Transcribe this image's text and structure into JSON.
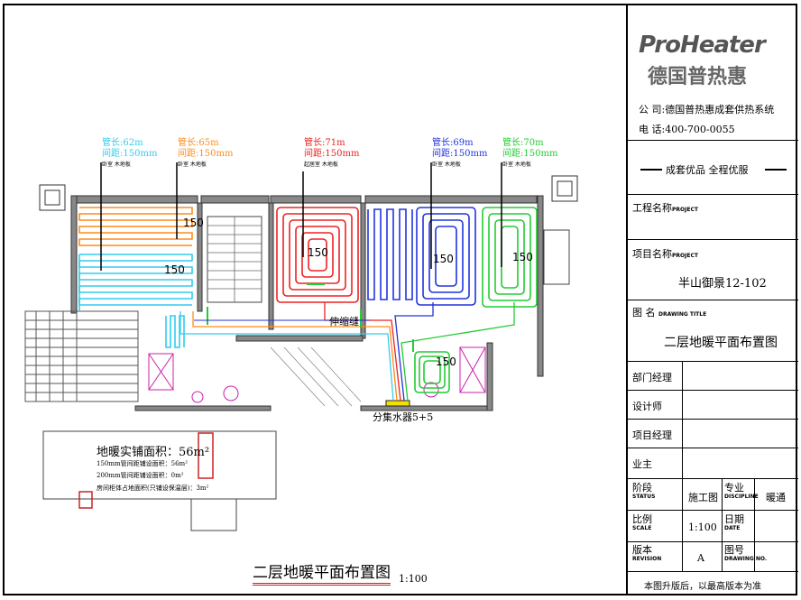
{
  "drawing": {
    "title": "二层地暖平面布置图",
    "scale": "1:100",
    "manifold_label": "分集水器5+5",
    "expansion_joint": "伸缩缝",
    "loops": [
      {
        "length": "管长:62m",
        "spacing": "间距:150mm",
        "color": "#33ccee",
        "pitch_mark": "150"
      },
      {
        "length": "管长:65m",
        "spacing": "间距:150mm",
        "color": "#ff8c1a",
        "pitch_mark": "150"
      },
      {
        "length": "管长:71m",
        "spacing": "间距:150mm",
        "color": "#ee2222",
        "pitch_mark": "150"
      },
      {
        "length": "管长:69m",
        "spacing": "间距:150mm",
        "color": "#2233dd",
        "pitch_mark": "150"
      },
      {
        "length": "管长:70m",
        "spacing": "间距:150mm",
        "color": "#22cc33",
        "pitch_mark": "150"
      }
    ],
    "loop_notes": [
      "卧室 木地板",
      "卧室 木地板",
      "起居室 木地板",
      "卧室 木地板",
      "卧室 木地板"
    ],
    "area_summary": {
      "title": "地暖实铺面积：56m²",
      "line1": "150mm管间距铺设面积：56m²",
      "line2": "200mm管间距铺设面积：0m²",
      "line3": "房间柜体占地面积(只铺设保温层)：3m²"
    }
  },
  "title_block": {
    "logo_text": "ProHeater",
    "logo_sub": "德国普热惠",
    "company": "公 司:德国普热惠成套供热系统",
    "phone": "电 话:400-700-0055",
    "slogan": "成套优品  全程优服",
    "project_name_label": "工程名称",
    "project_name_en": "PROJECT",
    "item_name_label": "项目名称",
    "item_name_en": "PROJECT",
    "item_name_value": "半山御景12-102",
    "drawing_label": "图  名",
    "drawing_en": "DRAWING TITLE",
    "drawing_value": "二层地暖平面布置图",
    "dept_manager": "部门经理",
    "designer": "设计师",
    "project_manager": "项目经理",
    "owner": "业主",
    "stage_label": "阶段",
    "stage_en": "STATUS",
    "stage_value": "施工图",
    "discipline_label": "专业",
    "discipline_en": "DISCIPLINE",
    "discipline_value": "暖通",
    "scale_label": "比例",
    "scale_en": "SCALE",
    "scale_value": "1:100",
    "date_label": "日期",
    "date_en": "DATE",
    "revision_label": "版本",
    "revision_en": "REVISION",
    "revision_value": "A",
    "drawing_no_label": "图号",
    "drawing_no_en": "DRAWING NO.",
    "footer_note": "本图升版后，以最高版本为准"
  },
  "colors": {
    "cyan": "#33ccee",
    "orange": "#ff8c1a",
    "red": "#ee2222",
    "blue": "#2233dd",
    "green": "#22cc33"
  }
}
